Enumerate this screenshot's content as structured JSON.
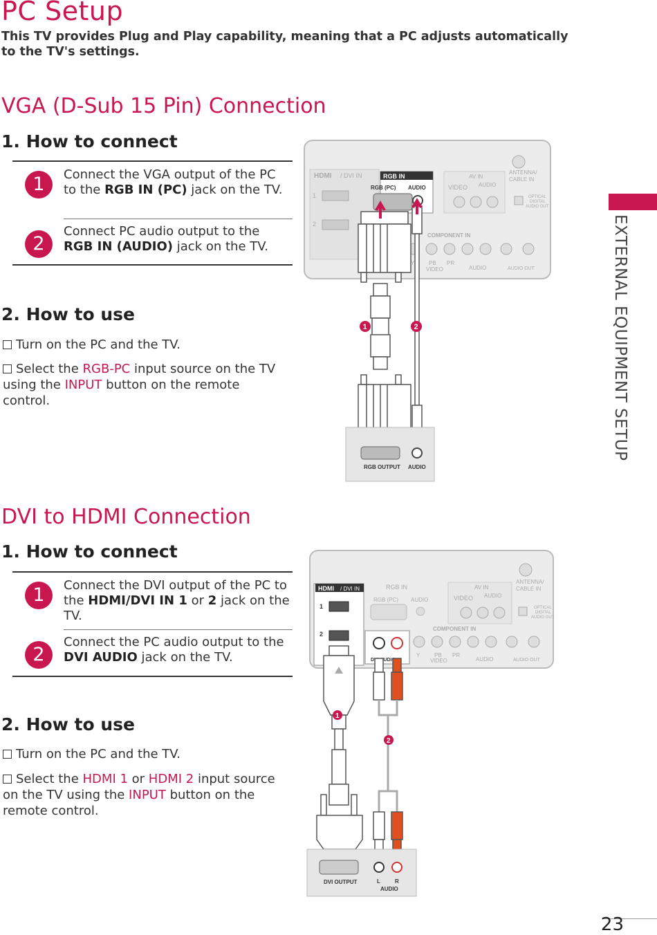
{
  "page": {
    "title": "PC Setup",
    "intro": "This TV provides Plug and Play capability, meaning that a PC adjusts automatically to the TV's settings.",
    "sidebar_label": "EXTERNAL EQUIPMENT SETUP",
    "page_number": "23"
  },
  "vga": {
    "heading": "VGA (D-Sub 15 Pin) Connection",
    "how_to_connect": "1. How to connect",
    "steps": [
      {
        "num": "1",
        "pre": "Connect the VGA output of the PC to the ",
        "bold": "RGB IN (PC)",
        "post": " jack on the TV."
      },
      {
        "num": "2",
        "pre": "Connect PC audio output to the ",
        "bold": "RGB IN (AUDIO)",
        "post": " jack on the TV."
      }
    ],
    "how_to_use": "2. How to use",
    "use_1": "Turn on the PC and the TV.",
    "use_2_pre": "Select the ",
    "use_2_hl": "RGB-PC",
    "use_2_mid": " input source on the TV using the ",
    "use_2_hl2": "INPUT",
    "use_2_post": " button on the remote control."
  },
  "dvi": {
    "heading": "DVI to HDMI Connection",
    "how_to_connect": "1. How to connect",
    "steps": [
      {
        "num": "1",
        "pre": "Connect the DVI output of the PC to the ",
        "bold": "HDMI/DVI IN 1",
        "mid": " or ",
        "bold2": "2",
        "post": " jack on the TV."
      },
      {
        "num": "2",
        "pre": "Connect the PC audio output to the ",
        "bold": "DVI AUDIO",
        "post": " jack on the TV."
      }
    ],
    "how_to_use": "2. How to use",
    "use_1": "Turn on the PC and the TV.",
    "use_2_pre": "Select the ",
    "use_2_hl": "HDMI 1",
    "use_2_or": " or ",
    "use_2_hl3": "HDMI 2",
    "use_2_mid": " input source on the TV using the ",
    "use_2_hl2": "INPUT",
    "use_2_post": " button on the remote control."
  },
  "diagram1": {
    "hdmi_label": "/ DVI IN",
    "rgb_in": "RGB IN",
    "rgb_pc": "RGB (PC)",
    "audio": "AUDIO",
    "av_in": "AV IN",
    "video": "VIDEO",
    "antenna": "ANTENNA/",
    "cable_in": "CABLE IN",
    "optical": "OPTICAL",
    "digital": "DIGITAL",
    "audio_out": "AUDIO OUT",
    "component_in": "COMPONENT IN",
    "y": "Y",
    "pb": "PB",
    "pr": "PR",
    "port1": "1",
    "port2": "2",
    "rgb_output": "RGB OUTPUT",
    "pc_audio": "AUDIO",
    "callout1": "1",
    "callout2": "2"
  },
  "diagram2": {
    "hdmi_label": "/ DVI IN",
    "rgb_in": "RGB IN",
    "rgb_pc": "RGB (PC)",
    "audio": "AUDIO",
    "av_in": "AV IN",
    "video": "VIDEO",
    "antenna": "ANTENNA/",
    "cable_in": "CABLE IN",
    "optical": "OPTICAL",
    "digital": "DIGITAL",
    "audio_out": "AUDIO OUT",
    "component_in": "COMPONENT IN",
    "y": "Y",
    "pb": "PB",
    "pr": "PR",
    "port1": "1",
    "port2": "2",
    "dvi_audio": "DVI AUDIO",
    "dvi_output": "DVI OUTPUT",
    "pc_audio": "AUDIO",
    "l": "L",
    "r": "R",
    "callout1": "1",
    "callout2": "2"
  },
  "colors": {
    "accent": "#c8174f",
    "cable_red": "#e0501e"
  }
}
